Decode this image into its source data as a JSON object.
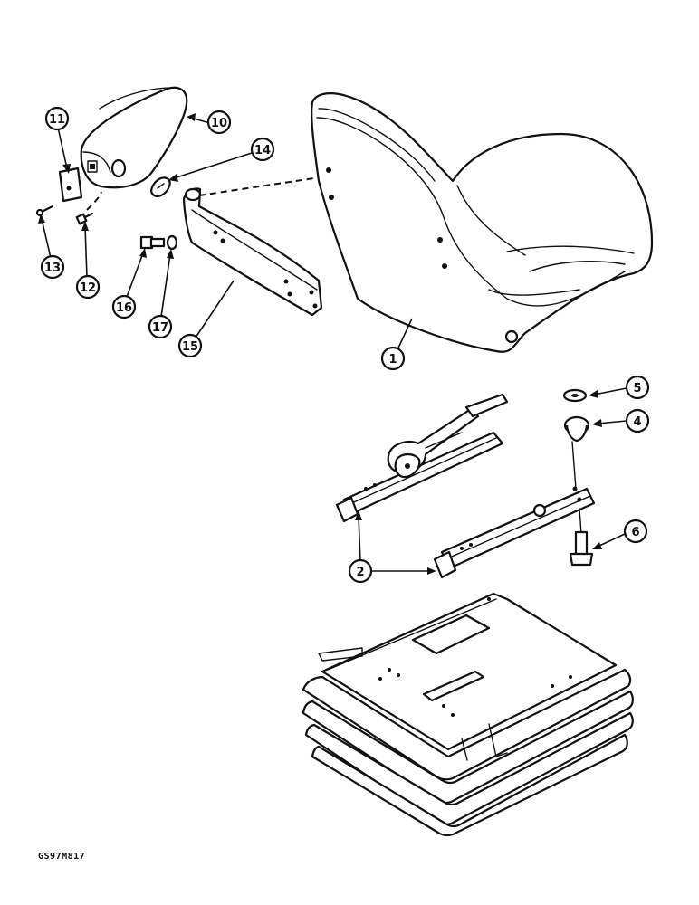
{
  "document_code": "GS97M817",
  "callouts": {
    "c1": "1",
    "c2": "2",
    "c4": "4",
    "c5": "5",
    "c6": "6",
    "c10": "10",
    "c11": "11",
    "c12": "12",
    "c13": "13",
    "c14": "14",
    "c15": "15",
    "c16": "16",
    "c17": "17"
  }
}
